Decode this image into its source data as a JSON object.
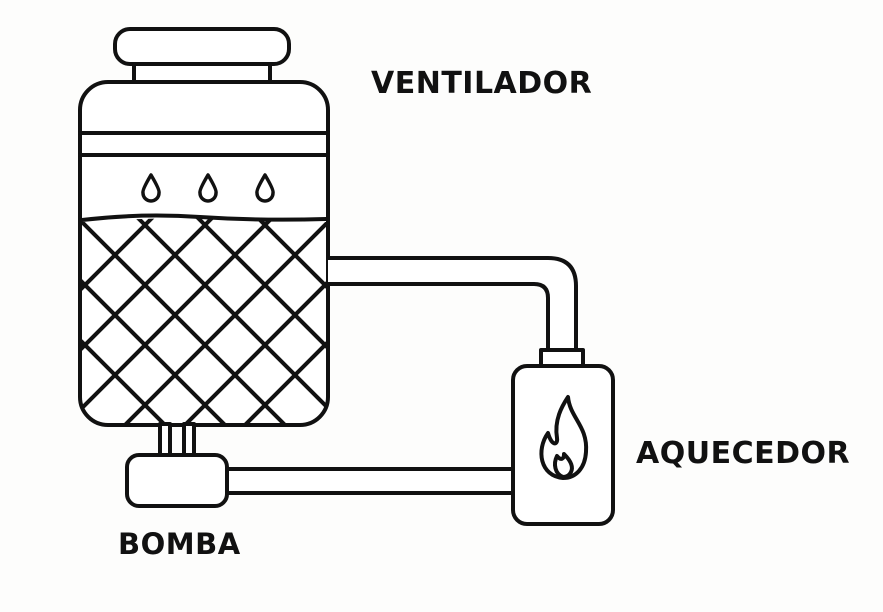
{
  "labels": {
    "ventilador": "VENTILADOR",
    "aquecedor": "AQUECEDOR",
    "bomba": "BOMBA"
  },
  "icons": {
    "droplet": "droplet-icon",
    "flame": "flame-icon",
    "mesh": "crosshatch-mesh"
  },
  "colors": {
    "stroke": "#111111",
    "background": "#fdfdfc",
    "fill": "#ffffff"
  }
}
